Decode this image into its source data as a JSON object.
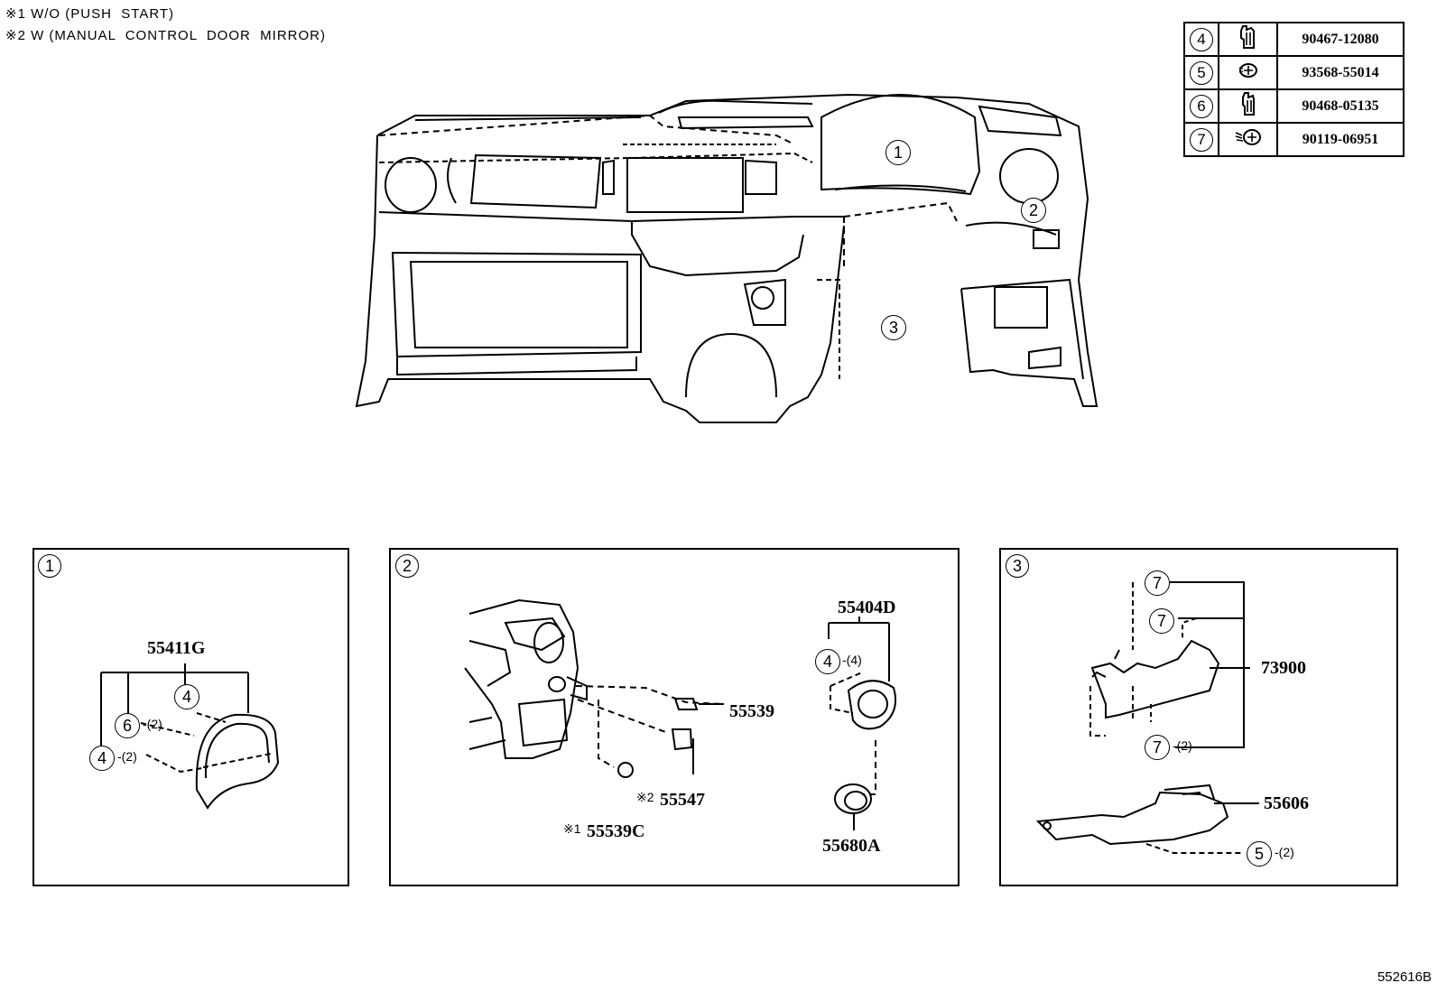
{
  "notes": [
    {
      "mark": "※1",
      "text": "W/O (PUSH  START)"
    },
    {
      "mark": "※2",
      "text": "W (MANUAL  CONTROL  DOOR  MIRROR)"
    }
  ],
  "fasteners": [
    {
      "ref": "4",
      "icon": "clip-icon",
      "part_no": "90467-12080"
    },
    {
      "ref": "5",
      "icon": "screw-icon",
      "part_no": "93568-55014"
    },
    {
      "ref": "6",
      "icon": "clip-icon",
      "part_no": "90468-05135"
    },
    {
      "ref": "7",
      "icon": "bolt-icon",
      "part_no": "90119-06951"
    }
  ],
  "overview_refs": [
    "1",
    "2",
    "3"
  ],
  "panel1": {
    "ref": "1",
    "parts": {
      "cluster_finish_panel": "55411G"
    },
    "fastener_refs": [
      {
        "ref": "4",
        "qty": ""
      },
      {
        "ref": "6",
        "qty": "-(2)"
      },
      {
        "ref": "4",
        "qty": "-(2)"
      }
    ]
  },
  "panel2": {
    "ref": "2",
    "parts": {
      "switch_hole_cover": "55539",
      "switch_base": "55547",
      "switch_base_mark": "※2",
      "hole_cover": "55539C",
      "hole_cover_mark": "※1",
      "vent_assy": "55404D",
      "vent_nozzle": "55680A"
    },
    "fastener_refs": [
      {
        "ref": "4",
        "qty": "-(4)"
      }
    ]
  },
  "panel3": {
    "ref": "3",
    "parts": {
      "lower_panel": "73900",
      "reinforcement": "55606"
    },
    "fastener_refs": [
      {
        "ref": "7",
        "qty": ""
      },
      {
        "ref": "7",
        "qty": ""
      },
      {
        "ref": "7",
        "qty": "-(2)"
      },
      {
        "ref": "5",
        "qty": "-(2)"
      }
    ]
  },
  "diagram_id": "552616B"
}
